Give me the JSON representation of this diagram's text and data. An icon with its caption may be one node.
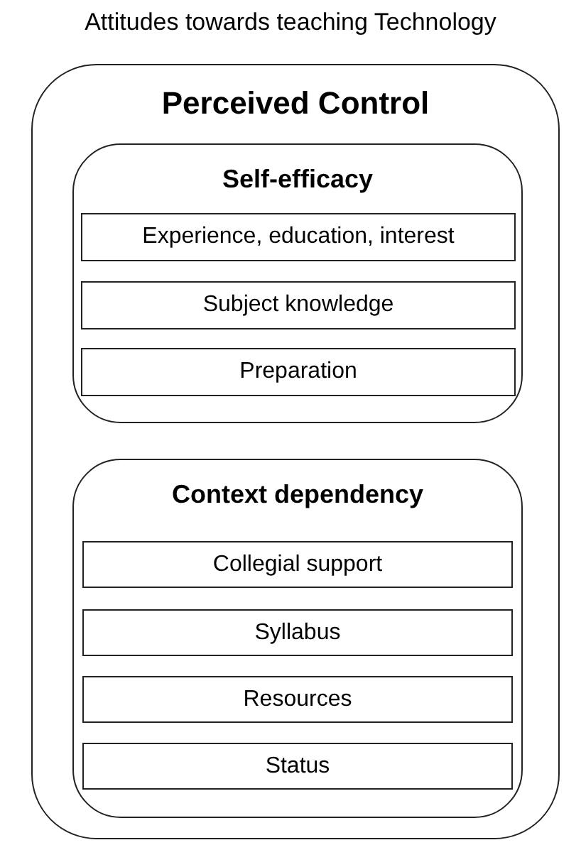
{
  "diagram": {
    "title": "Attitudes towards teaching Technology",
    "nodes": [
      {
        "text": [
          "Perceived Control"
        ]
      },
      {
        "text": [
          "Self-efficacy"
        ],
        "in": 0
      },
      {
        "text": [
          "Experience, education, interest"
        ],
        "in": 1
      },
      {
        "text": [
          "Subject knowledge"
        ],
        "in": 1
      },
      {
        "text": [
          "Preparation"
        ],
        "in": 1
      },
      {
        "text": [
          "Context dependency"
        ],
        "in": 0
      },
      {
        "text": [
          "Collegial support"
        ],
        "in": 5
      },
      {
        "text": [
          "Syllabus"
        ],
        "in": 5
      },
      {
        "text": [
          "Resources"
        ],
        "in": 5
      },
      {
        "text": [
          "Status"
        ],
        "in": 5
      }
    ]
  }
}
